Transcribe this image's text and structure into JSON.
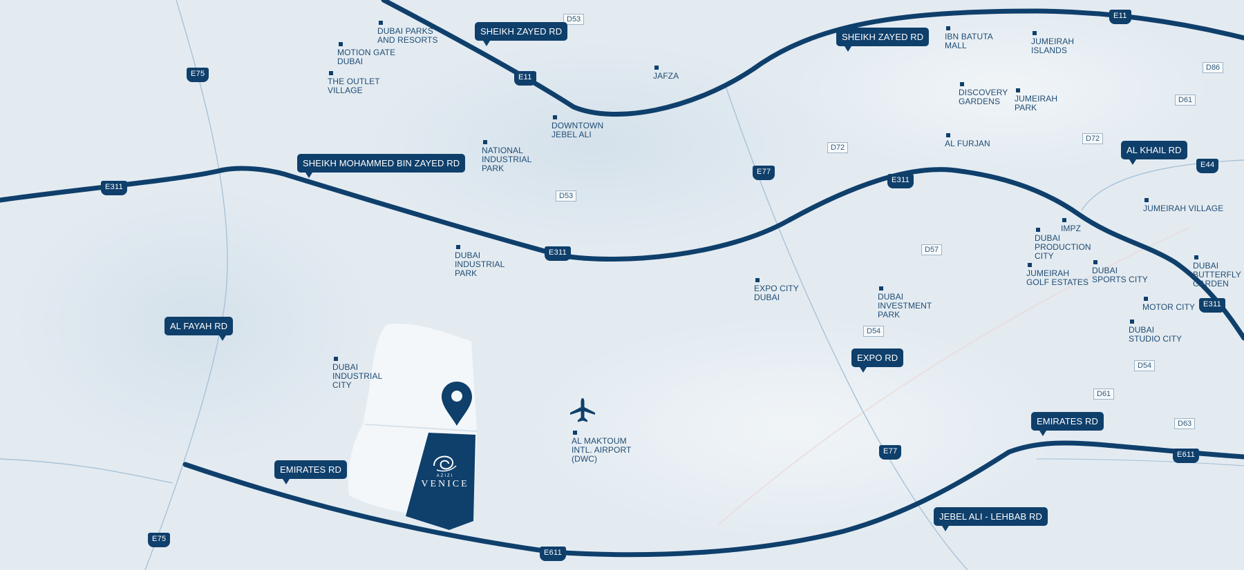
{
  "colors": {
    "road": "#0f3f6b",
    "background": "#e3ebf1",
    "land_parcel": "#f3f7fa",
    "highlight_parcel": "#0f3f6b",
    "thin_road": "#a9c2d6",
    "poi_text": "#1f4b73"
  },
  "route_shields": {
    "e75_top": "E75",
    "e11_left": "E11",
    "e11_right": "E11",
    "e311_left": "E311",
    "e311_center": "E311",
    "e311_mid": "E311",
    "e311_right": "E311",
    "e77_top": "E77",
    "e77_bottom": "E77",
    "e44": "E44",
    "e611_bottom": "E611",
    "e611_right": "E611",
    "e75_bottom": "E75"
  },
  "road_tags": {
    "d53_top": "D53",
    "d53_mid": "D53",
    "d72_left": "D72",
    "d72_right": "D72",
    "d86": "D86",
    "d61_top": "D61",
    "d61_bottom": "D61",
    "d57": "D57",
    "d54_left": "D54",
    "d54_right": "D54",
    "d63": "D63"
  },
  "road_callouts": {
    "sheikh_zayed_left": "SHEIKH ZAYED RD",
    "sheikh_zayed_right": "SHEIKH ZAYED RD",
    "sheikh_mohammed_bin_zayed": "SHEIKH MOHAMMED BIN ZAYED RD",
    "al_khail": "AL KHAIL RD",
    "al_fayah": "AL FAYAH RD",
    "expo": "EXPO RD",
    "emirates_left": "EMIRATES RD",
    "emirates_right": "EMIRATES RD",
    "jebel_ali_lehbab": "JEBEL ALI - LEHBAB RD"
  },
  "places": {
    "dubai_parks": "DUBAI PARKS\nAND RESORTS",
    "motion_gate": "MOTION GATE\nDUBAI",
    "outlet_village": "THE OUTLET\nVILLAGE",
    "jafza": "JAFZA",
    "downtown_jebel_ali": "DOWNTOWN\nJEBEL ALI",
    "national_industrial_park": "NATIONAL\nINDUSTRIAL\nPARK",
    "ibn_batuta": "IBN BATUTA\nMALL",
    "jumeirah_islands": "JUMEIRAH\nISLANDS",
    "discovery_gardens": "DISCOVERY\nGARDENS",
    "jumeirah_park": "JUMEIRAH\nPARK",
    "al_furjan": "AL FURJAN",
    "jumeirah_village": "JUMEIRAH VILLAGE",
    "impz": "IMPZ",
    "dubai_production_city": "DUBAI\nPRODUCTION\nCITY",
    "jumeirah_golf_estates": "JUMEIRAH\nGOLF ESTATES",
    "dubai_sports_city": "DUBAI\nSPORTS CITY",
    "dubai_butterfly_garden": "DUBAI\nBUTTERFLY\nGARDEN",
    "motor_city": "MOTOR CITY",
    "dubai_studio_city": "DUBAI\nSTUDIO CITY",
    "dubai_industrial_park": "DUBAI\nINDUSTRIAL\nPARK",
    "expo_city": "EXPO CITY\nDUBAI",
    "dubai_investment_park": "DUBAI\nINVESTMENT\nPARK",
    "dubai_industrial_city": "DUBAI\nINDUSTRIAL\nCITY",
    "al_maktoum_airport": "AL MAKTOUM\nINTL. AIRPORT\n(DWC)"
  },
  "project": {
    "brand_top": "AZIZI",
    "brand_name": "VENICE"
  },
  "icons": {
    "location_pin": "location-pin-icon",
    "airport": "airplane-icon",
    "brand_logo": "azizi-logo-icon"
  }
}
